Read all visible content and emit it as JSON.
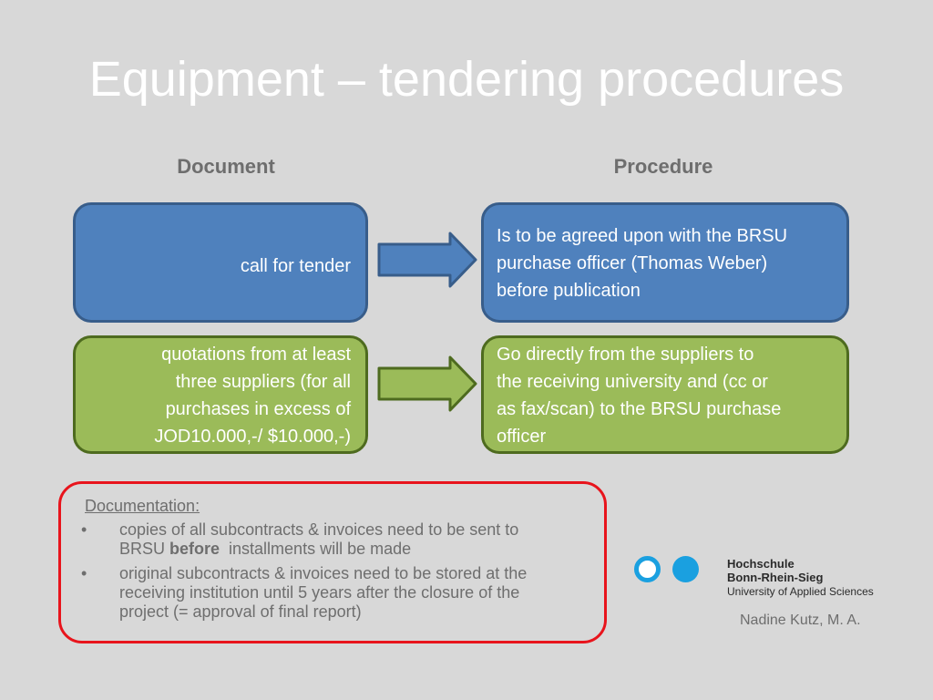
{
  "slide": {
    "title": "Equipment – tendering procedures",
    "col_document": "Document",
    "col_procedure": "Procedure"
  },
  "rows": [
    {
      "document": "call for tender",
      "procedure_lines": [
        "Is to be agreed upon with the BRSU",
        "purchase officer (Thomas Weber)",
        "before publication"
      ],
      "color": "#4f81bd"
    },
    {
      "document_lines": [
        "quotations from at least",
        "three suppliers (for all",
        "purchases in excess of",
        "JOD10.000,-/ $10.000,-)"
      ],
      "procedure_lines": [
        "Go directly from the suppliers to",
        "the receiving university and (cc or",
        "as fax/scan) to the BRSU purchase",
        "officer"
      ],
      "color": "#9bbb59"
    }
  ],
  "documentation": {
    "heading": "Documentation:",
    "bullets": [
      {
        "line1": "copies of all subcontracts & invoices need to be sent to",
        "line2_pre": "BRSU ",
        "line2_bold": "before",
        "line2_post": "  installments will be made"
      },
      {
        "lines": [
          "original subcontracts & invoices need to be stored at the",
          "receiving institution until 5 years after the closure of the",
          "project (= approval of final report)"
        ]
      }
    ],
    "border_color": "#e8141c"
  },
  "logo": {
    "line1": "Hochschule",
    "line2": "Bonn-Rhein-Sieg",
    "line3": "University of Applied Sciences",
    "accent": "#1aa0e0"
  },
  "author": "Nadine Kutz, M. A."
}
